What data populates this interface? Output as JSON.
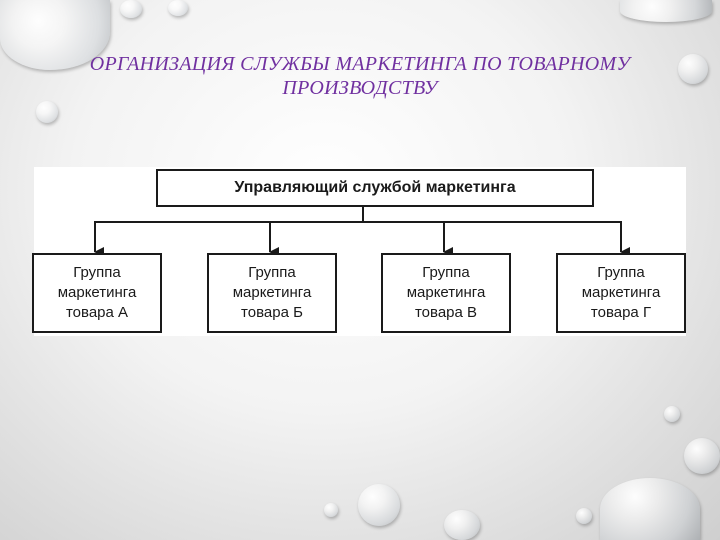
{
  "slide": {
    "title": "ОРГАНИЗАЦИЯ СЛУЖБЫ МАРКЕТИНГА ПО ТОВАРНОМУ ПРОИЗВОДСТВУ"
  },
  "diagram": {
    "head": "Управляющий службой маркетинга",
    "groups": [
      "Группа\nмаркетинга\nтовара А",
      "Группа\nмаркетинга\nтовара Б",
      "Группа\nмаркетинга\nтовара В",
      "Группа\nмаркетинга\nтовара Г"
    ]
  },
  "colors": {
    "title": "#7030a0",
    "line": "#1a1a1a"
  }
}
